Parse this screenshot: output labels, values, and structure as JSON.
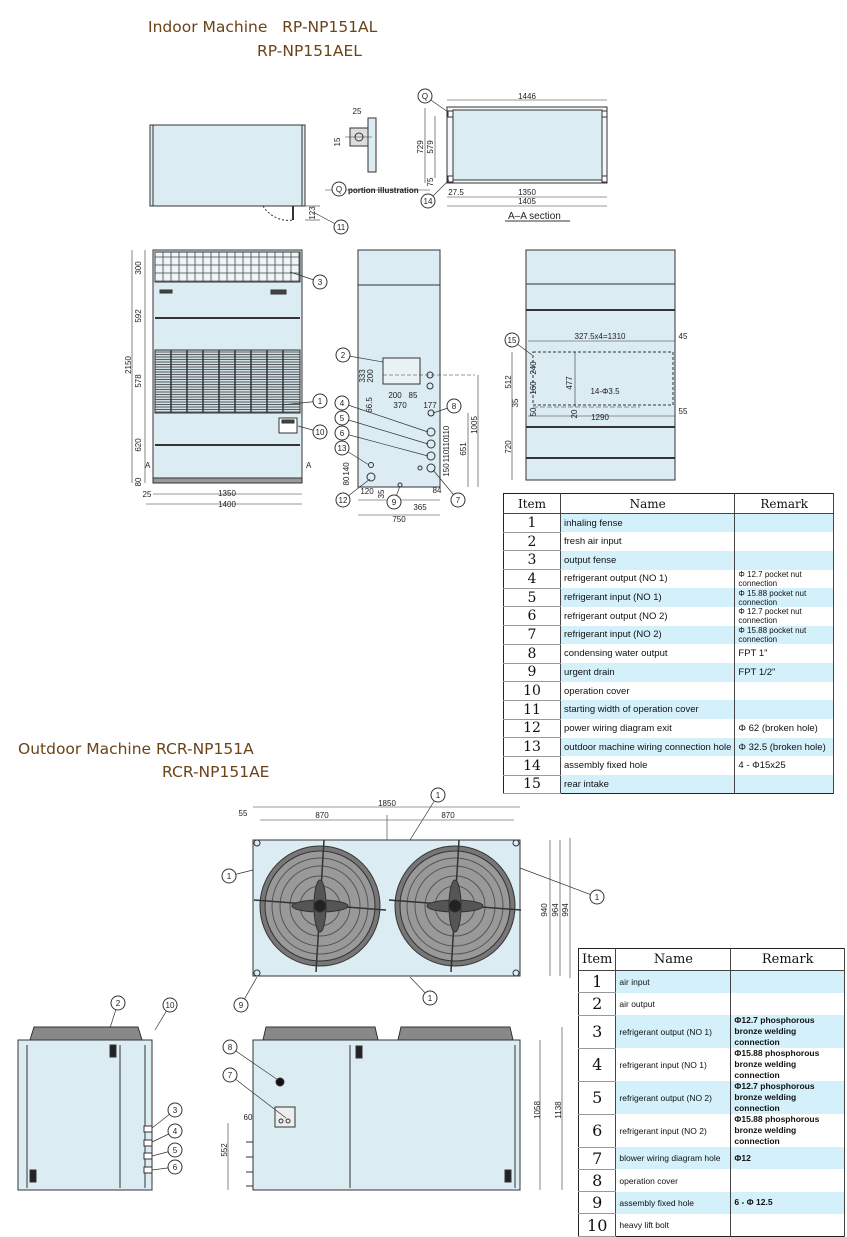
{
  "indoor": {
    "title": "Indoor Machine   RP-NP151AL",
    "model_2": "RP-NP151AEL",
    "portion_text": "portion illustration",
    "section_label": "A–A  section",
    "section_marker": "A",
    "dims": {
      "top": [
        "123"
      ],
      "q_detail": [
        "25",
        "15"
      ],
      "section": [
        "1446",
        "729",
        "579",
        "75",
        "27.5",
        "1350",
        "1405"
      ],
      "front": [
        "2150",
        "300",
        "592",
        "578",
        "620",
        "80",
        "25",
        "1350",
        "1400"
      ],
      "side": [
        "333",
        "200",
        "66.5",
        "200",
        "85",
        "370",
        "177",
        "1005",
        "651",
        "110",
        "110",
        "110",
        "150",
        "140",
        "80",
        "120",
        "35",
        "84",
        "365",
        "750"
      ],
      "rear": [
        "327.5x4=1310",
        "45",
        "512",
        "240",
        "160",
        "477",
        "14-Φ3.5",
        "35",
        "50",
        "20",
        "1290",
        "55",
        "720"
      ]
    },
    "callouts": [
      "11",
      "Q",
      "Q",
      "14",
      "3",
      "1",
      "10",
      "2",
      "4",
      "5",
      "6",
      "13",
      "8",
      "12",
      "9",
      "7",
      "15"
    ],
    "table": {
      "headers": {
        "item": "Item",
        "name": "Name",
        "remark": "Remark"
      },
      "rows": [
        {
          "item": "1",
          "name": "inhaling fense",
          "remark": ""
        },
        {
          "item": "2",
          "name": "fresh air input",
          "remark": ""
        },
        {
          "item": "3",
          "name": "output fense",
          "remark": ""
        },
        {
          "item": "4",
          "name": "refrigerant output (NO 1)",
          "remark": "Φ 12.7 pocket nut connection"
        },
        {
          "item": "5",
          "name": "refrigerant input (NO 1)",
          "remark": "Φ 15.88 pocket nut connection"
        },
        {
          "item": "6",
          "name": "refrigerant output (NO 2)",
          "remark": "Φ 12.7 pocket nut connection"
        },
        {
          "item": "7",
          "name": "refrigerant input (NO 2)",
          "remark": "Φ 15.88 pocket nut connection"
        },
        {
          "item": "8",
          "name": "condensing water output",
          "remark": "FPT 1\""
        },
        {
          "item": "9",
          "name": "urgent drain",
          "remark": "FPT 1/2\""
        },
        {
          "item": "10",
          "name": "operation cover",
          "remark": ""
        },
        {
          "item": "11",
          "name": "starting width of operation cover",
          "remark": ""
        },
        {
          "item": "12",
          "name": "power wiring diagram exit",
          "remark": "Φ 62      (broken hole)"
        },
        {
          "item": "13",
          "name": "outdoor machine  wiring connection hole",
          "remark": "Φ 32.5    (broken hole)"
        },
        {
          "item": "14",
          "name": "assembly fixed hole",
          "remark": "4 - Φ15x25"
        },
        {
          "item": "15",
          "name": "rear intake",
          "remark": ""
        }
      ]
    }
  },
  "outdoor": {
    "title": "Outdoor Machine RCR-NP151A",
    "model_2": "RCR-NP151AE",
    "dims": {
      "top": [
        "1850",
        "55",
        "870",
        "870",
        "940",
        "964",
        "994"
      ],
      "front": [
        "60",
        "552",
        "1058",
        "1138"
      ]
    },
    "callouts": [
      "1",
      "1",
      "1",
      "1",
      "9",
      "2",
      "10",
      "3",
      "4",
      "5",
      "6",
      "8",
      "7"
    ],
    "table": {
      "headers": {
        "item": "Item",
        "name": "Name",
        "remark": "Remark"
      },
      "rows": [
        {
          "item": "1",
          "name": "air input",
          "remark": ""
        },
        {
          "item": "2",
          "name": "air output",
          "remark": ""
        },
        {
          "item": "3",
          "name": "refrigerant output (NO 1)",
          "remark": "Φ12.7 phosphorous bronze welding connection"
        },
        {
          "item": "4",
          "name": "refrigerant input (NO 1)",
          "remark": "Φ15.88 phosphorous bronze welding connection"
        },
        {
          "item": "5",
          "name": "refrigerant output (NO 2)",
          "remark": "Φ12.7 phosphorous bronze welding connection"
        },
        {
          "item": "6",
          "name": "refrigerant input (NO 2)",
          "remark": "Φ15.88 phosphorous bronze welding connection"
        },
        {
          "item": "7",
          "name": "blower wiring diagram hole",
          "remark": "Φ12"
        },
        {
          "item": "8",
          "name": "operation cover",
          "remark": ""
        },
        {
          "item": "9",
          "name": "assembly fixed hole",
          "remark": "6 - Φ 12.5"
        },
        {
          "item": "10",
          "name": "heavy lift bolt",
          "remark": ""
        }
      ]
    }
  },
  "colors": {
    "title": "#6b4318",
    "panel": "#dcecf3",
    "row_highlight": "#d3f0fb"
  }
}
